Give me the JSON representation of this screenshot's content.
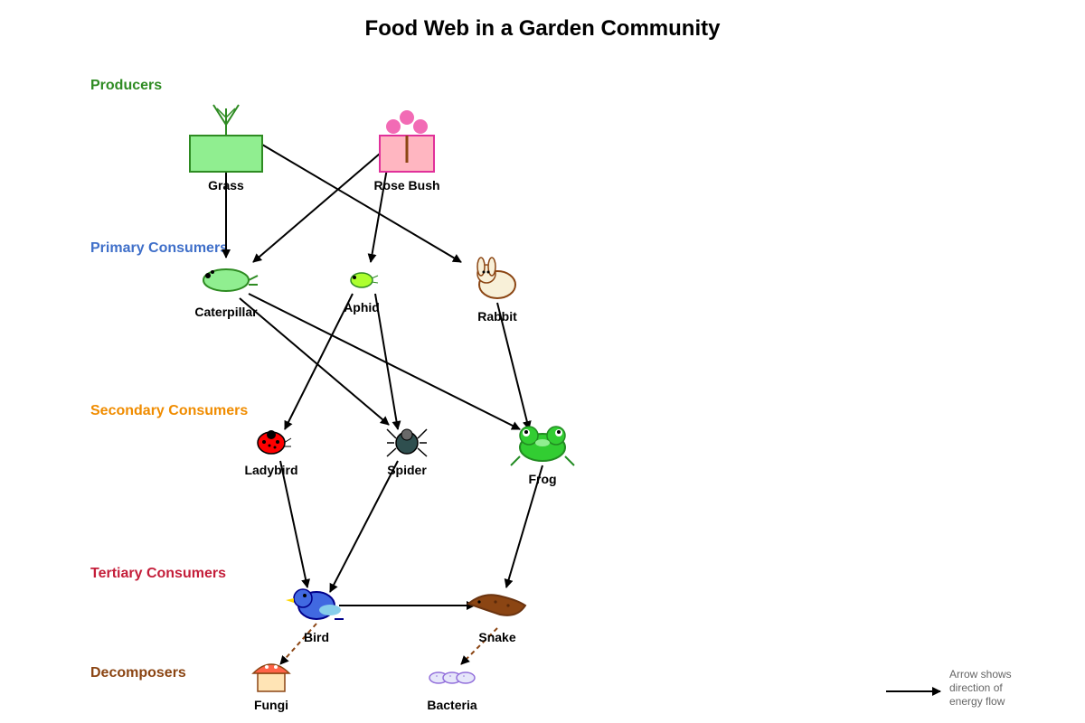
{
  "title": "Food Web in a Garden Community",
  "levels": {
    "producers": {
      "label": "Producers",
      "color": "#2e8b22"
    },
    "primary": {
      "label": "Primary Consumers",
      "color": "#3f6fc9"
    },
    "secondary": {
      "label": "Secondary Consumers",
      "color": "#f08c00"
    },
    "tertiary": {
      "label": "Tertiary Consumers",
      "color": "#c41e3a"
    },
    "decomposers": {
      "label": "Decomposers",
      "color": "#8b4513"
    }
  },
  "organisms": {
    "grass": {
      "label": "Grass",
      "icon": "grass-icon"
    },
    "rose_bush": {
      "label": "Rose Bush",
      "icon": "rose-bush-icon"
    },
    "caterpillar": {
      "label": "Caterpillar",
      "icon": "caterpillar-icon"
    },
    "aphid": {
      "label": "Aphid",
      "icon": "aphid-icon"
    },
    "rabbit": {
      "label": "Rabbit",
      "icon": "rabbit-icon"
    },
    "ladybird": {
      "label": "Ladybird",
      "icon": "ladybird-icon"
    },
    "spider": {
      "label": "Spider",
      "icon": "spider-icon"
    },
    "frog": {
      "label": "Frog",
      "icon": "frog-icon"
    },
    "bird": {
      "label": "Bird",
      "icon": "bird-icon"
    },
    "snake": {
      "label": "Snake",
      "icon": "snake-icon"
    },
    "fungi": {
      "label": "Fungi",
      "icon": "fungi-icon"
    },
    "bacteria": {
      "label": "Bacteria",
      "icon": "bacteria-icon"
    }
  },
  "energy_flows": [
    {
      "from": "grass",
      "to": "caterpillar",
      "style": "solid"
    },
    {
      "from": "grass",
      "to": "rabbit",
      "style": "solid"
    },
    {
      "from": "rose_bush",
      "to": "caterpillar",
      "style": "solid"
    },
    {
      "from": "rose_bush",
      "to": "aphid",
      "style": "solid"
    },
    {
      "from": "caterpillar",
      "to": "spider",
      "style": "solid"
    },
    {
      "from": "caterpillar",
      "to": "frog",
      "style": "solid"
    },
    {
      "from": "aphid",
      "to": "ladybird",
      "style": "solid"
    },
    {
      "from": "aphid",
      "to": "spider",
      "style": "solid"
    },
    {
      "from": "rabbit",
      "to": "frog",
      "style": "solid"
    },
    {
      "from": "ladybird",
      "to": "bird",
      "style": "solid"
    },
    {
      "from": "spider",
      "to": "bird",
      "style": "solid"
    },
    {
      "from": "frog",
      "to": "snake",
      "style": "solid"
    },
    {
      "from": "bird",
      "to": "snake",
      "style": "solid"
    },
    {
      "from": "bird",
      "to": "fungi",
      "style": "dashed"
    },
    {
      "from": "snake",
      "to": "bacteria",
      "style": "dashed"
    }
  ],
  "legend": {
    "text": "Arrow shows direction of energy flow"
  },
  "colors": {
    "arrow": "#000000",
    "decay_arrow": "#8b4513"
  }
}
